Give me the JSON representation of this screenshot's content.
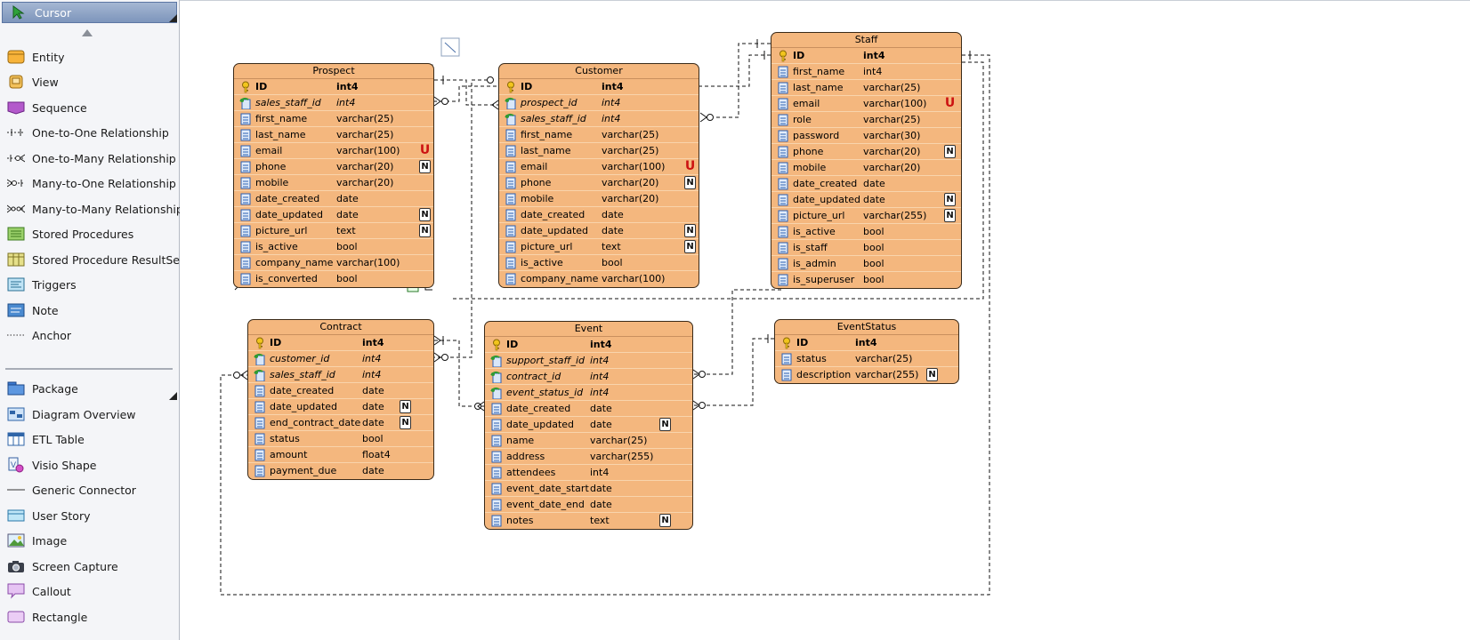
{
  "palette": {
    "items": [
      {
        "label": "Cursor",
        "icon": "cursor-arrow-icon"
      },
      {
        "label": "Entity",
        "icon": "entity-icon"
      },
      {
        "label": "View",
        "icon": "view-icon"
      },
      {
        "label": "Sequence",
        "icon": "sequence-icon"
      },
      {
        "label": "One-to-One Relationship",
        "icon": "one-to-one-icon"
      },
      {
        "label": "One-to-Many Relationship",
        "icon": "one-to-many-icon"
      },
      {
        "label": "Many-to-One Relationship",
        "icon": "many-to-one-icon"
      },
      {
        "label": "Many-to-Many Relationship",
        "icon": "many-to-many-icon"
      },
      {
        "label": "Stored Procedures",
        "icon": "stored-procedures-icon"
      },
      {
        "label": "Stored Procedure ResultSet",
        "icon": "resultset-icon"
      },
      {
        "label": "Triggers",
        "icon": "triggers-icon"
      },
      {
        "label": "Note",
        "icon": "note-icon"
      },
      {
        "label": "Anchor",
        "icon": "anchor-icon"
      },
      {
        "label": "Package",
        "icon": "package-icon"
      },
      {
        "label": "Diagram Overview",
        "icon": "diagram-overview-icon"
      },
      {
        "label": "ETL Table",
        "icon": "etl-table-icon"
      },
      {
        "label": "Visio Shape",
        "icon": "visio-shape-icon"
      },
      {
        "label": "Generic Connector",
        "icon": "generic-connector-icon"
      },
      {
        "label": "User Story",
        "icon": "user-story-icon"
      },
      {
        "label": "Image",
        "icon": "image-icon"
      },
      {
        "label": "Screen Capture",
        "icon": "screen-capture-icon"
      },
      {
        "label": "Callout",
        "icon": "callout-icon"
      },
      {
        "label": "Rectangle",
        "icon": "rectangle-icon"
      }
    ]
  },
  "entities": {
    "prospect": {
      "title": "Prospect",
      "rows": [
        {
          "name": "ID",
          "type": "int4",
          "kind": "pk",
          "badge": ""
        },
        {
          "name": "sales_staff_id",
          "type": "int4",
          "kind": "fk",
          "badge": ""
        },
        {
          "name": "first_name",
          "type": "varchar(25)",
          "kind": "col",
          "badge": ""
        },
        {
          "name": "last_name",
          "type": "varchar(25)",
          "kind": "col",
          "badge": ""
        },
        {
          "name": "email",
          "type": "varchar(100)",
          "kind": "col",
          "badge": "U"
        },
        {
          "name": "phone",
          "type": "varchar(20)",
          "kind": "col",
          "badge": "N"
        },
        {
          "name": "mobile",
          "type": "varchar(20)",
          "kind": "col",
          "badge": ""
        },
        {
          "name": "date_created",
          "type": "date",
          "kind": "col",
          "badge": ""
        },
        {
          "name": "date_updated",
          "type": "date",
          "kind": "col",
          "badge": "N"
        },
        {
          "name": "picture_url",
          "type": "text",
          "kind": "col",
          "badge": "N"
        },
        {
          "name": "is_active",
          "type": "bool",
          "kind": "col",
          "badge": ""
        },
        {
          "name": "company_name",
          "type": "varchar(100)",
          "kind": "col",
          "badge": ""
        },
        {
          "name": "is_converted",
          "type": "bool",
          "kind": "col",
          "badge": ""
        }
      ]
    },
    "customer": {
      "title": "Customer",
      "rows": [
        {
          "name": "ID",
          "type": "int4",
          "kind": "pk",
          "badge": ""
        },
        {
          "name": "prospect_id",
          "type": "int4",
          "kind": "fk",
          "badge": ""
        },
        {
          "name": "sales_staff_id",
          "type": "int4",
          "kind": "fk",
          "badge": ""
        },
        {
          "name": "first_name",
          "type": "varchar(25)",
          "kind": "col",
          "badge": ""
        },
        {
          "name": "last_name",
          "type": "varchar(25)",
          "kind": "col",
          "badge": ""
        },
        {
          "name": "email",
          "type": "varchar(100)",
          "kind": "col",
          "badge": "U"
        },
        {
          "name": "phone",
          "type": "varchar(20)",
          "kind": "col",
          "badge": "N"
        },
        {
          "name": "mobile",
          "type": "varchar(20)",
          "kind": "col",
          "badge": ""
        },
        {
          "name": "date_created",
          "type": "date",
          "kind": "col",
          "badge": ""
        },
        {
          "name": "date_updated",
          "type": "date",
          "kind": "col",
          "badge": "N"
        },
        {
          "name": "picture_url",
          "type": "text",
          "kind": "col",
          "badge": "N"
        },
        {
          "name": "is_active",
          "type": "bool",
          "kind": "col",
          "badge": ""
        },
        {
          "name": "company_name",
          "type": "varchar(100)",
          "kind": "col",
          "badge": ""
        }
      ]
    },
    "staff": {
      "title": "Staff",
      "rows": [
        {
          "name": "ID",
          "type": "int4",
          "kind": "pk",
          "badge": ""
        },
        {
          "name": "first_name",
          "type": "int4",
          "kind": "col",
          "badge": ""
        },
        {
          "name": "last_name",
          "type": "varchar(25)",
          "kind": "col",
          "badge": ""
        },
        {
          "name": "email",
          "type": "varchar(100)",
          "kind": "col",
          "badge": "U"
        },
        {
          "name": "role",
          "type": "varchar(25)",
          "kind": "col",
          "badge": ""
        },
        {
          "name": "password",
          "type": "varchar(30)",
          "kind": "col",
          "badge": ""
        },
        {
          "name": "phone",
          "type": "varchar(20)",
          "kind": "col",
          "badge": "N"
        },
        {
          "name": "mobile",
          "type": "varchar(20)",
          "kind": "col",
          "badge": ""
        },
        {
          "name": "date_created",
          "type": "date",
          "kind": "col",
          "badge": ""
        },
        {
          "name": "date_updated",
          "type": "date",
          "kind": "col",
          "badge": "N"
        },
        {
          "name": "picture_url",
          "type": "varchar(255)",
          "kind": "col",
          "badge": "N"
        },
        {
          "name": "is_active",
          "type": "bool",
          "kind": "col",
          "badge": ""
        },
        {
          "name": "is_staff",
          "type": "bool",
          "kind": "col",
          "badge": ""
        },
        {
          "name": "is_admin",
          "type": "bool",
          "kind": "col",
          "badge": ""
        },
        {
          "name": "is_superuser",
          "type": "bool",
          "kind": "col",
          "badge": ""
        }
      ]
    },
    "contract": {
      "title": "Contract",
      "rows": [
        {
          "name": "ID",
          "type": "int4",
          "kind": "pk",
          "badge": ""
        },
        {
          "name": "customer_id",
          "type": "int4",
          "kind": "fk",
          "badge": ""
        },
        {
          "name": "sales_staff_id",
          "type": "int4",
          "kind": "fk",
          "badge": ""
        },
        {
          "name": "date_created",
          "type": "date",
          "kind": "col",
          "badge": ""
        },
        {
          "name": "date_updated",
          "type": "date",
          "kind": "col",
          "badge": "N"
        },
        {
          "name": "end_contract_date",
          "type": "date",
          "kind": "col",
          "badge": "N"
        },
        {
          "name": "status",
          "type": "bool",
          "kind": "col",
          "badge": ""
        },
        {
          "name": "amount",
          "type": "float4",
          "kind": "col",
          "badge": ""
        },
        {
          "name": "payment_due",
          "type": "date",
          "kind": "col",
          "badge": ""
        }
      ]
    },
    "event": {
      "title": "Event",
      "rows": [
        {
          "name": "ID",
          "type": "int4",
          "kind": "pk",
          "badge": ""
        },
        {
          "name": "support_staff_id",
          "type": "int4",
          "kind": "fk",
          "badge": ""
        },
        {
          "name": "contract_id",
          "type": "int4",
          "kind": "fk",
          "badge": ""
        },
        {
          "name": "event_status_id",
          "type": "int4",
          "kind": "fk",
          "badge": ""
        },
        {
          "name": "date_created",
          "type": "date",
          "kind": "col",
          "badge": ""
        },
        {
          "name": "date_updated",
          "type": "date",
          "kind": "col",
          "badge": "N"
        },
        {
          "name": "name",
          "type": "varchar(25)",
          "kind": "col",
          "badge": ""
        },
        {
          "name": "address",
          "type": "varchar(255)",
          "kind": "col",
          "badge": ""
        },
        {
          "name": "attendees",
          "type": "int4",
          "kind": "col",
          "badge": ""
        },
        {
          "name": "event_date_start",
          "type": "date",
          "kind": "col",
          "badge": ""
        },
        {
          "name": "event_date_end",
          "type": "date",
          "kind": "col",
          "badge": ""
        },
        {
          "name": "notes",
          "type": "text",
          "kind": "col",
          "badge": "N"
        }
      ]
    },
    "eventstatus": {
      "title": "EventStatus",
      "rows": [
        {
          "name": "ID",
          "type": "int4",
          "kind": "pk",
          "badge": ""
        },
        {
          "name": "status",
          "type": "varchar(25)",
          "kind": "col",
          "badge": ""
        },
        {
          "name": "description",
          "type": "varchar(255)",
          "kind": "col",
          "badge": "N"
        }
      ]
    }
  },
  "colors": {
    "entity_fill": "#f4b77e",
    "entity_border": "#3a2a18",
    "unique_badge": "#cc1212",
    "palette_bg": "#f4f5f8",
    "cursor_highlight": "#8fa5c8"
  }
}
